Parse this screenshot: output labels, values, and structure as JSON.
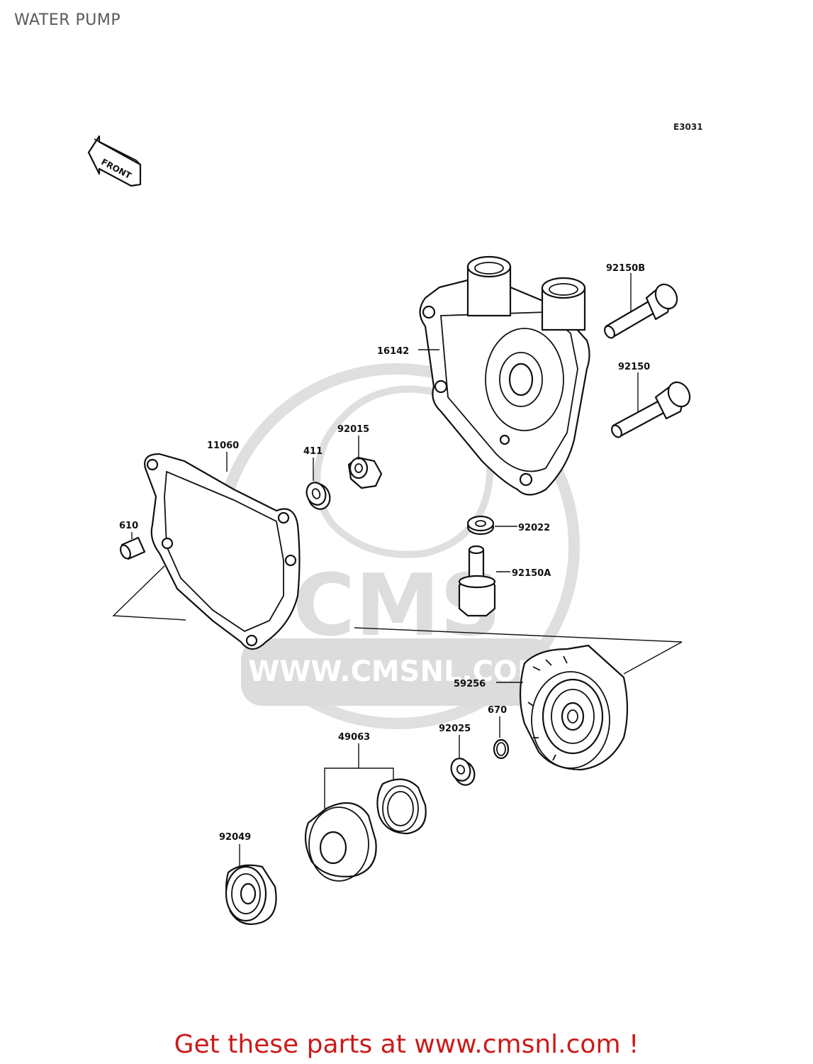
{
  "title": "WATER PUMP",
  "diagram_code": "E3031",
  "front_label": "FRONT",
  "watermark": {
    "brand": "CMS",
    "url": "WWW.CMSNL.COM"
  },
  "footer": "Get these parts at www.cmsnl.com !",
  "parts": [
    {
      "id": "92150B"
    },
    {
      "id": "16142"
    },
    {
      "id": "92150"
    },
    {
      "id": "11060"
    },
    {
      "id": "411"
    },
    {
      "id": "92015"
    },
    {
      "id": "610"
    },
    {
      "id": "92022"
    },
    {
      "id": "92150A"
    },
    {
      "id": "59256"
    },
    {
      "id": "670"
    },
    {
      "id": "92025"
    },
    {
      "id": "49063"
    },
    {
      "id": "92049"
    }
  ]
}
